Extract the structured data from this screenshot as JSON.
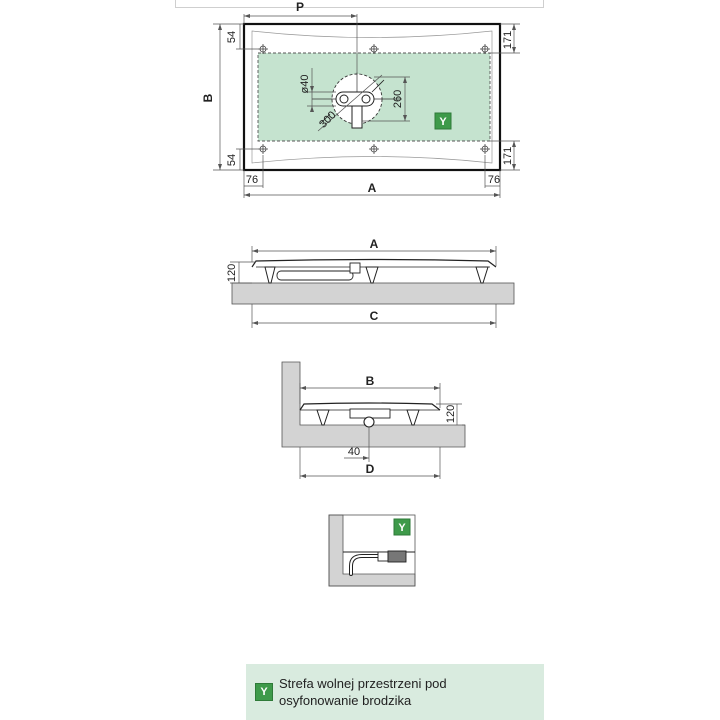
{
  "diagram": {
    "top_view": {
      "labels": {
        "p": "P",
        "a": "A",
        "b": "B",
        "d54_top": "54",
        "d54_bottom": "54",
        "d171_top": "171",
        "d171_bottom": "171",
        "d76_left": "76",
        "d76_right": "76",
        "phi40": "ø40",
        "d260": "260",
        "d300": "300",
        "zone_badge": "Y"
      }
    },
    "side_view": {
      "labels": {
        "a": "A",
        "c": "C",
        "h120": "120"
      }
    },
    "end_view": {
      "labels": {
        "b": "B",
        "d": "D",
        "h120": "120",
        "d40": "40"
      }
    },
    "detail": {
      "labels": {
        "zone_badge": "Y"
      }
    },
    "colors": {
      "zone_fill": "#c5e3cf",
      "badge_green": "#3e9a4a",
      "floor_gray": "#d3d3d3",
      "legend_bg": "#d9ebdf"
    }
  },
  "legend": {
    "badge": "Y",
    "text": "Strefa wolnej przestrzeni pod osyfonowanie brodzika"
  }
}
